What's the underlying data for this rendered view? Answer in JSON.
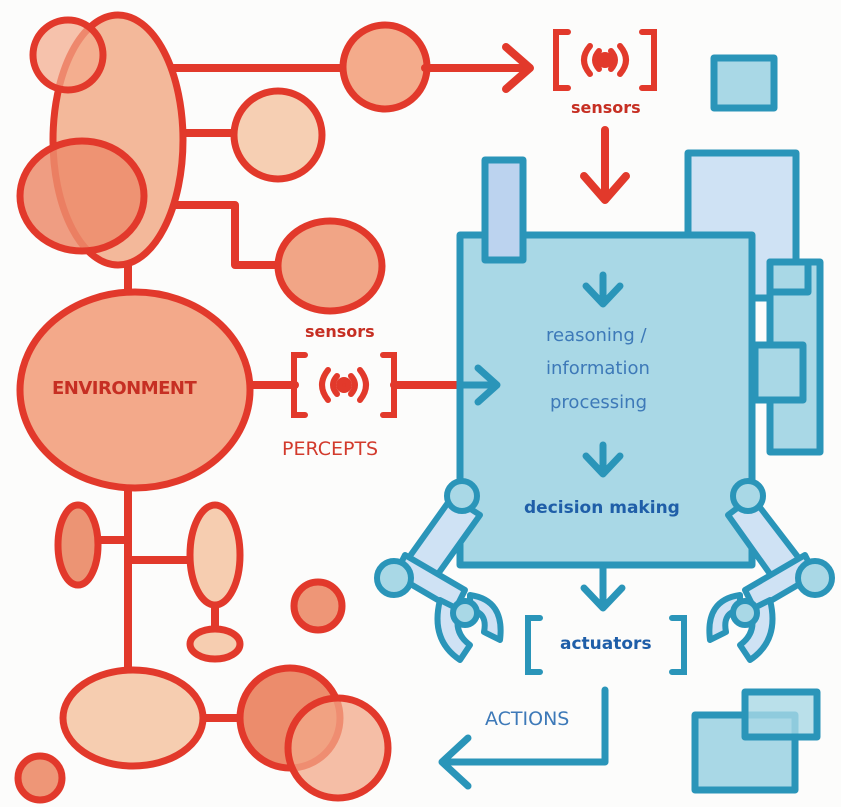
{
  "labels": {
    "sensors_top": "sensors",
    "sensors_left": "sensors",
    "environment": "ENVIRONMENT",
    "percepts": "PERCEPTS",
    "reasoning_line1": "reasoning /",
    "reasoning_line2": "information",
    "reasoning_line3": "processing",
    "decision_making": "decision making",
    "actuators": "actuators",
    "actions": "ACTIONS"
  },
  "colors": {
    "red_stroke": "#e2392b",
    "red_fill": "#f3a98a",
    "red_fill_dark": "#ec8c6c",
    "red_fill_light": "#f6c9ae",
    "blue_stroke": "#2a95b9",
    "blue_fill": "#a9d8e6",
    "blue_fill_light": "#cfe2f4",
    "blue_fill_mid": "#bcd3ef"
  },
  "icons": [
    "signal-icon",
    "arrow-icon",
    "robot-arm-icon"
  ]
}
